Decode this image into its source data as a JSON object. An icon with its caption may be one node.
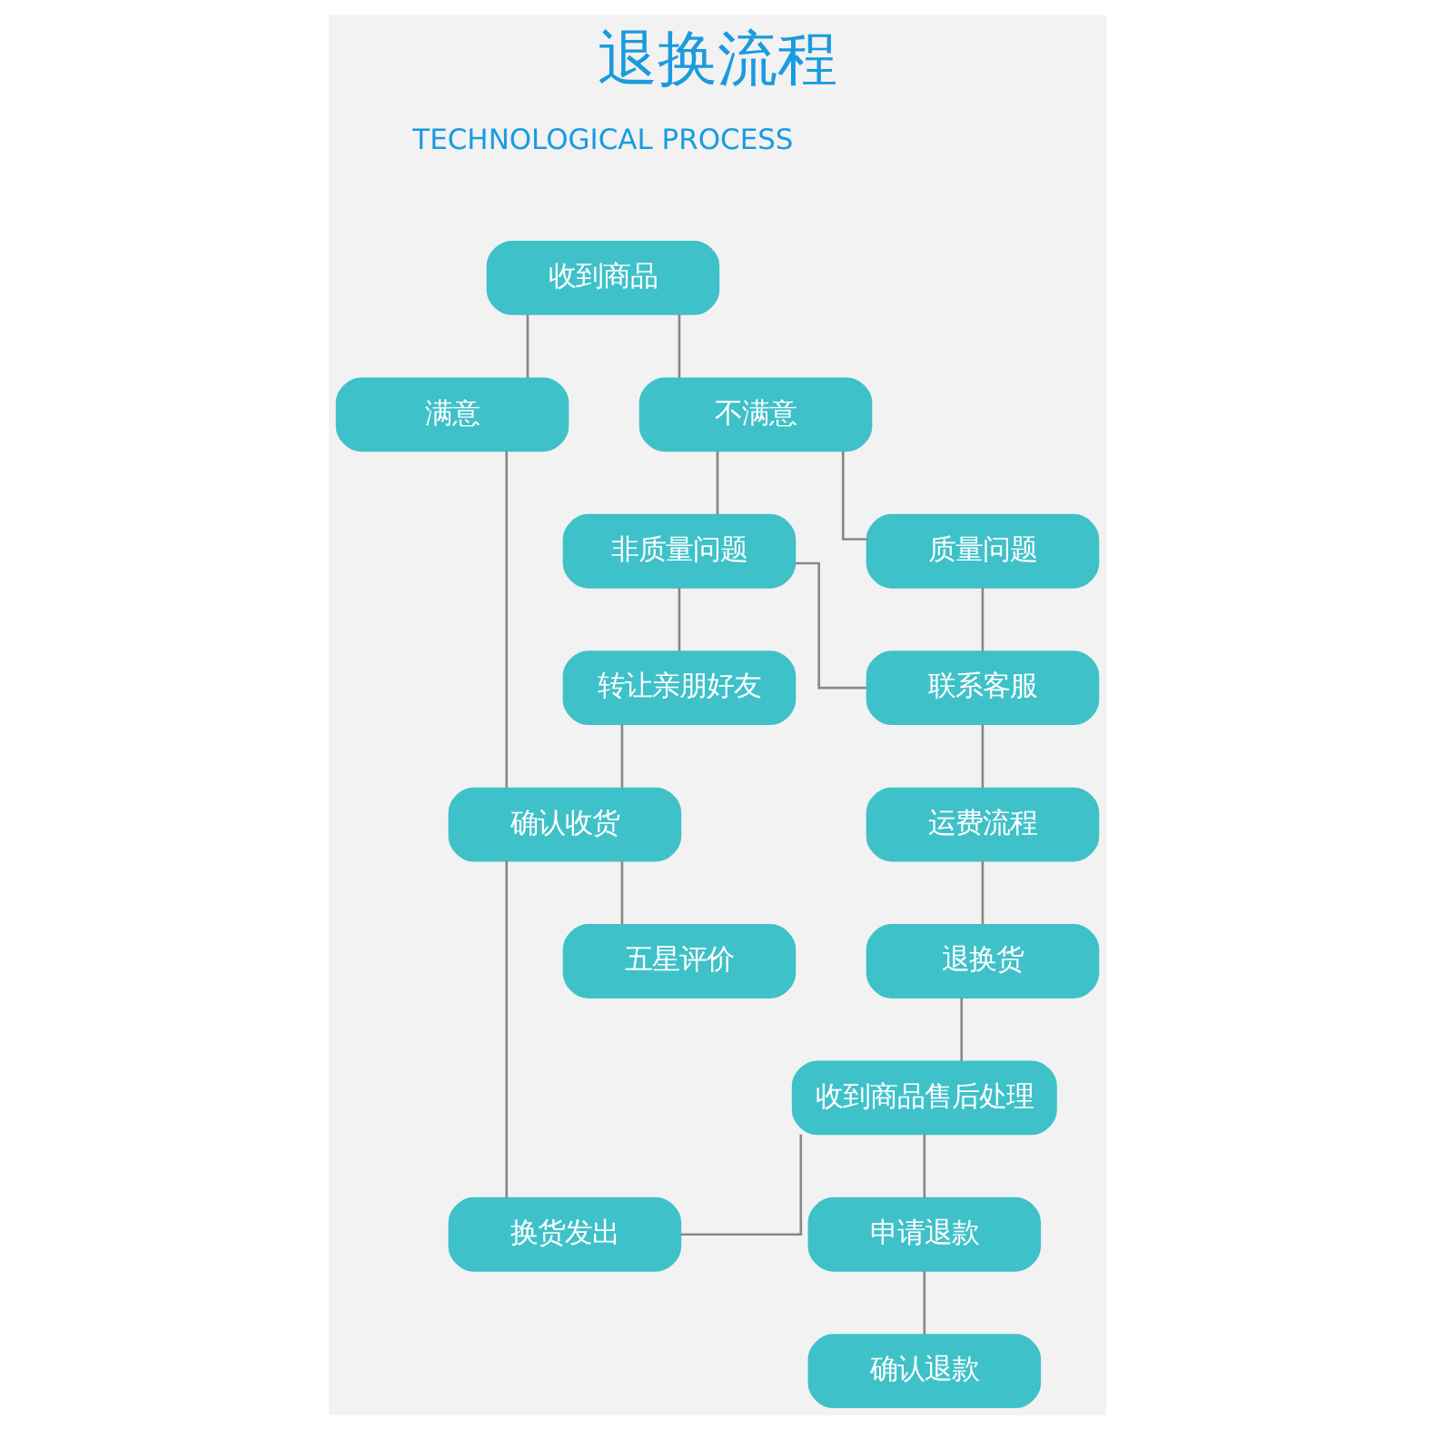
{
  "diagram": {
    "title": "退换流程",
    "nodes": [
      {
        "text": [
          "收到商品"
        ]
      },
      {
        "text": [
          "满意"
        ]
      },
      {
        "text": [
          "不满意"
        ]
      },
      {
        "text": [
          "非质量问题"
        ]
      },
      {
        "text": [
          "质量问题"
        ]
      },
      {
        "text": [
          "转让亲朋好友"
        ]
      },
      {
        "text": [
          "联系客服"
        ]
      },
      {
        "text": [
          "运费流程"
        ]
      },
      {
        "text": [
          "确认收货"
        ]
      },
      {
        "text": [
          "换货发出"
        ]
      },
      {
        "text": [
          "退换货"
        ]
      },
      {
        "text": [
          "五星评价"
        ]
      },
      {
        "text": [
          "申请退款"
        ]
      },
      {
        "text": [
          "收到商品售后处理"
        ]
      },
      {
        "text": [
          "确认退款"
        ]
      }
    ],
    "edges": [
      {
        "from": 0,
        "to": 1,
        "arrow": "none"
      },
      {
        "from": 0,
        "to": 2,
        "arrow": "none"
      },
      {
        "from": 2,
        "to": 3,
        "arrow": "none"
      },
      {
        "from": 2,
        "to": 4,
        "arrow": "none"
      },
      {
        "from": 3,
        "to": 5,
        "arrow": "none"
      },
      {
        "from": 3,
        "to": 6,
        "arrow": "none"
      },
      {
        "from": 4,
        "to": 6,
        "arrow": "none"
      },
      {
        "from": 1,
        "to": 8,
        "arrow": "none"
      },
      {
        "from": 5,
        "to": 8,
        "arrow": "none"
      },
      {
        "from": 6,
        "to": 7,
        "arrow": "none"
      },
      {
        "from": 7,
        "to": 10,
        "arrow": "none"
      },
      {
        "from": 10,
        "to": 13,
        "arrow": "none"
      },
      {
        "from": 8,
        "to": 9,
        "arrow": "none"
      },
      {
        "from": 8,
        "to": 11,
        "arrow": "none"
      },
      {
        "from": 13,
        "to": 9,
        "arrow": "none"
      },
      {
        "from": 13,
        "to": 12,
        "arrow": "none"
      },
      {
        "from": 12,
        "to": 14,
        "arrow": "none"
      }
    ],
    "labels": [
      "TECHNOLOGICAL PROCESS"
    ]
  }
}
